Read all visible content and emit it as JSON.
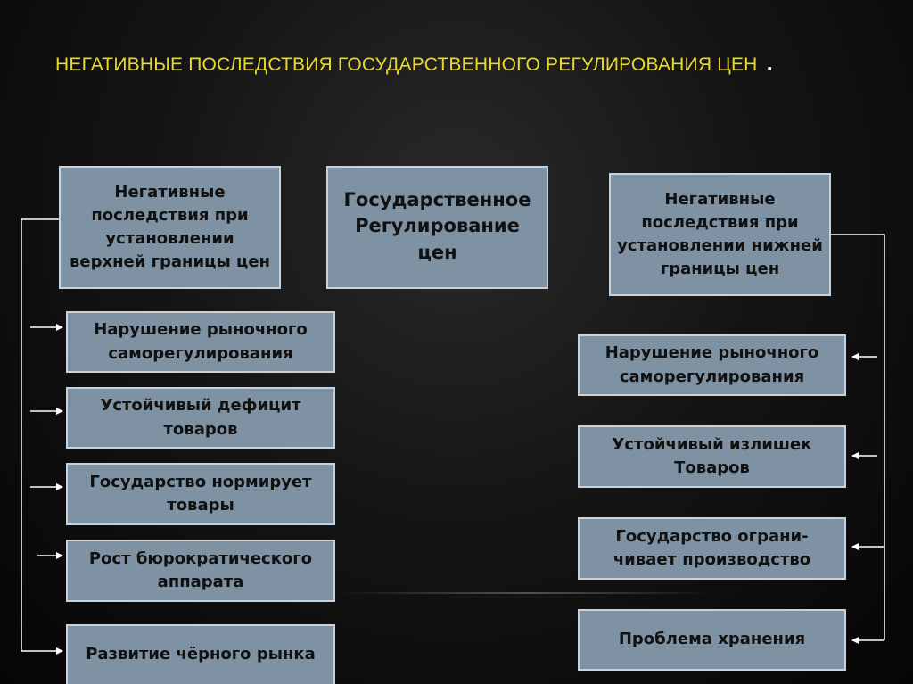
{
  "slide": {
    "title": "НЕГАТИВНЫЕ ПОСЛЕДСТВИЯ ГОСУДАРСТВЕННОГО РЕГУЛИРОВАНИЯ ЦЕН",
    "title_dot": "."
  },
  "center": {
    "text": "Государственное Регулирование цен"
  },
  "left": {
    "header": "Негативные последствия при установлении верхней границы цен",
    "items": [
      "Нарушение рыночного саморегулирования",
      "Устойчивый дефицит товаров",
      "Государство нормирует товары",
      "Рост бюрократического аппарата",
      "Развитие чёрного рынка"
    ]
  },
  "right": {
    "header": "Негативные последствия при установлении нижней границы цен",
    "items": [
      "Нарушение рыночного саморегулирования",
      "Устойчивый излишек Товаров",
      "Государство ограни-чивает производство",
      "Проблема хранения"
    ]
  },
  "colors": {
    "title": "#e8d92a",
    "box_fill": "#7e92a3",
    "box_border": "#c9d2da",
    "connector": "#ffffff"
  }
}
